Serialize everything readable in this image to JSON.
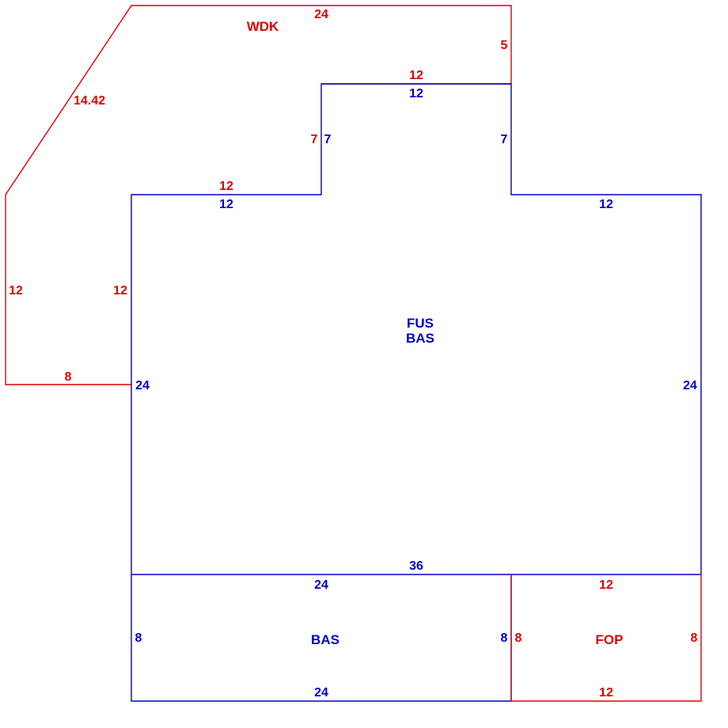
{
  "colors": {
    "wdk_fop": "#e00000",
    "main": "#0000c8",
    "background": "#ffffff"
  },
  "areas": {
    "wdk": "WDK",
    "fus": "FUS",
    "bas_upper": "BAS",
    "bas_lower": "BAS",
    "fop": "FOP"
  },
  "wdk": {
    "top": "24",
    "right": "5",
    "diagonal": "14.42",
    "left": "12",
    "bottom": "8",
    "inner_left": "12",
    "inner_top_left": "12",
    "inner_step": "7",
    "inner_top": "12"
  },
  "main": {
    "top": "12",
    "step_left": "7",
    "step_right": "7",
    "left_top": "12",
    "right_top": "12",
    "left": "24",
    "right": "24",
    "bottom": "36"
  },
  "bas_lower": {
    "top": "24",
    "left": "8",
    "right": "8",
    "bottom": "24"
  },
  "fop": {
    "top": "12",
    "left": "8",
    "right": "8",
    "bottom": "12"
  }
}
